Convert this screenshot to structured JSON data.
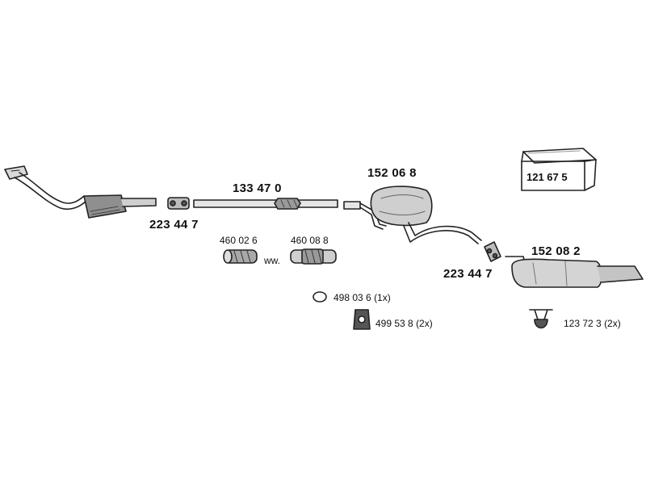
{
  "parts": {
    "front_pipe_clamp": "223 44 7",
    "middle_pipe": "133 47 0",
    "repair_pipe_a": "460 02 6",
    "repair_pipe_b": "460 08 8",
    "or_label": "ww.",
    "center_muffler": "152 06 8",
    "rear_clamp": "223 44 7",
    "rear_muffler": "152 08 2",
    "ring": "498 03 6",
    "ring_qty": "(1x)",
    "mount": "499 53 8",
    "mount_qty": "(2x)",
    "hanger": "123 72 3",
    "hanger_qty": "(2x)",
    "kit_box": "121 67 5"
  }
}
